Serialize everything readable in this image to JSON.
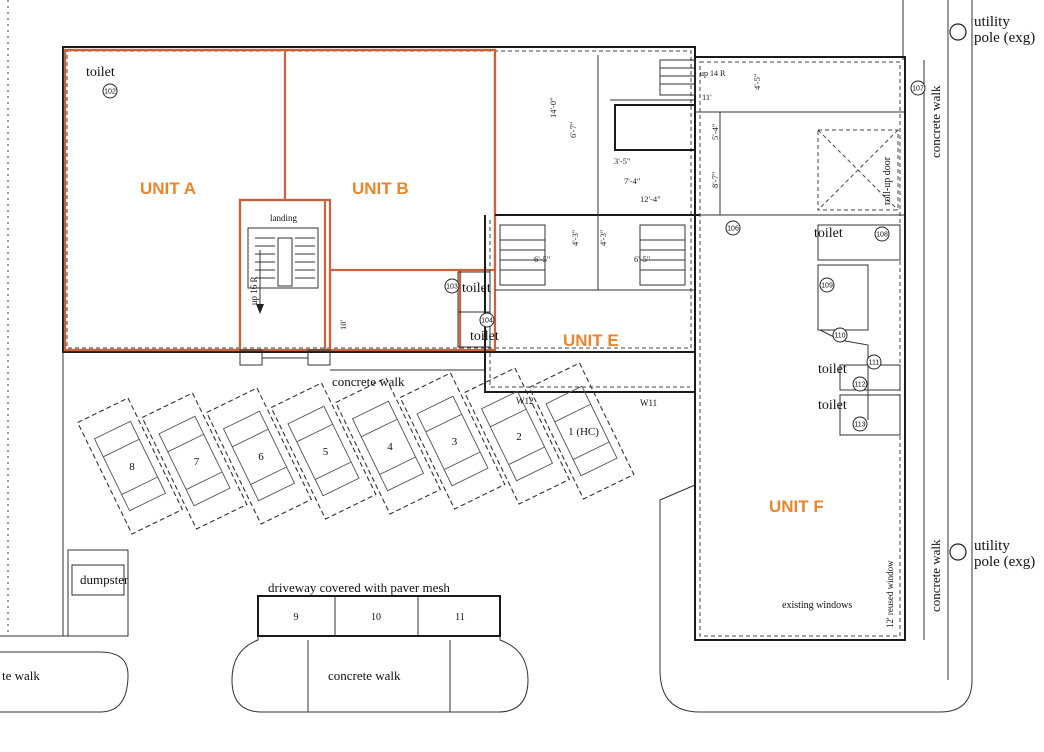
{
  "units": {
    "a": "UNIT A",
    "b": "UNIT B",
    "e": "UNIT E",
    "f": "UNIT F"
  },
  "labels": {
    "toilet": "toilet",
    "landing": "landing",
    "up_16r": "up 16 R",
    "up_14r": "up 14 R",
    "roll_up_door": "roll-up door",
    "concrete_walk": "concrete walk",
    "te_walk": "te walk",
    "dumpster": "dumpster",
    "driveway": "driveway covered with paver mesh",
    "existing_windows": "existing windows",
    "reused_window": "12' reused window",
    "utility_pole_line1": "utility",
    "utility_pole_line2": "pole (exg)",
    "w12": "W12",
    "w11": "W11"
  },
  "dimensions": {
    "d14_0": "14'-0\"",
    "d6_7": "6'-7\"",
    "d3_5": "3'-5\"",
    "d7_4": "7'-4\"",
    "d12_4": "12'-4\"",
    "d5_4": "5'-4\"",
    "d8_7": "8'-7\"",
    "d4_3a": "4'-3\"",
    "d4_3b": "4'-3\"",
    "d6_5a": "6'-5\"",
    "d6_5b": "6'-5\"",
    "d4_5": "4'-5\"",
    "d11": "11'",
    "d10": "10'"
  },
  "room_tags": [
    "102",
    "103",
    "104",
    "106",
    "107",
    "108",
    "109",
    "110",
    "111",
    "112",
    "113"
  ],
  "parking_spaces": [
    "8",
    "7",
    "6",
    "5",
    "4",
    "3",
    "2",
    "1 (HC)"
  ],
  "driveway_spaces": [
    "9",
    "10",
    "11"
  ]
}
